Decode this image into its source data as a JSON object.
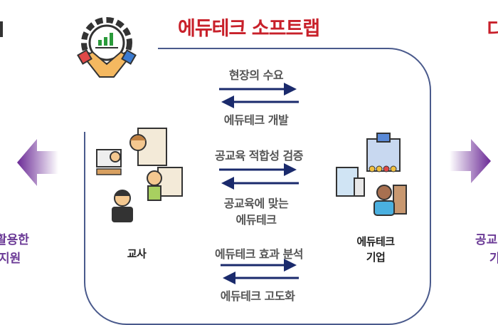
{
  "title": "에듀테크 소프트랩",
  "flows": [
    {
      "forward": "현장의 수요",
      "backward": "에듀테크 개발"
    },
    {
      "forward": "공교육 적합성 검증",
      "backward_line1": "공교육에 맞는",
      "backward_line2": "에듀테크"
    },
    {
      "forward": "에듀테크 효과 분석",
      "backward": "에듀테크 고도화"
    }
  ],
  "left_actor": "교사",
  "right_actor": {
    "line1": "에듀테크",
    "line2": "기업"
  },
  "left_partial": {
    "line1": "활용한",
    "line2": "지원"
  },
  "right_partial": {
    "top": "디",
    "line1": "공교",
    "line2": "가"
  },
  "colors": {
    "title": "#c8202a",
    "arrow": "#1a2a6c",
    "side_arrow": "#6b3a96"
  }
}
